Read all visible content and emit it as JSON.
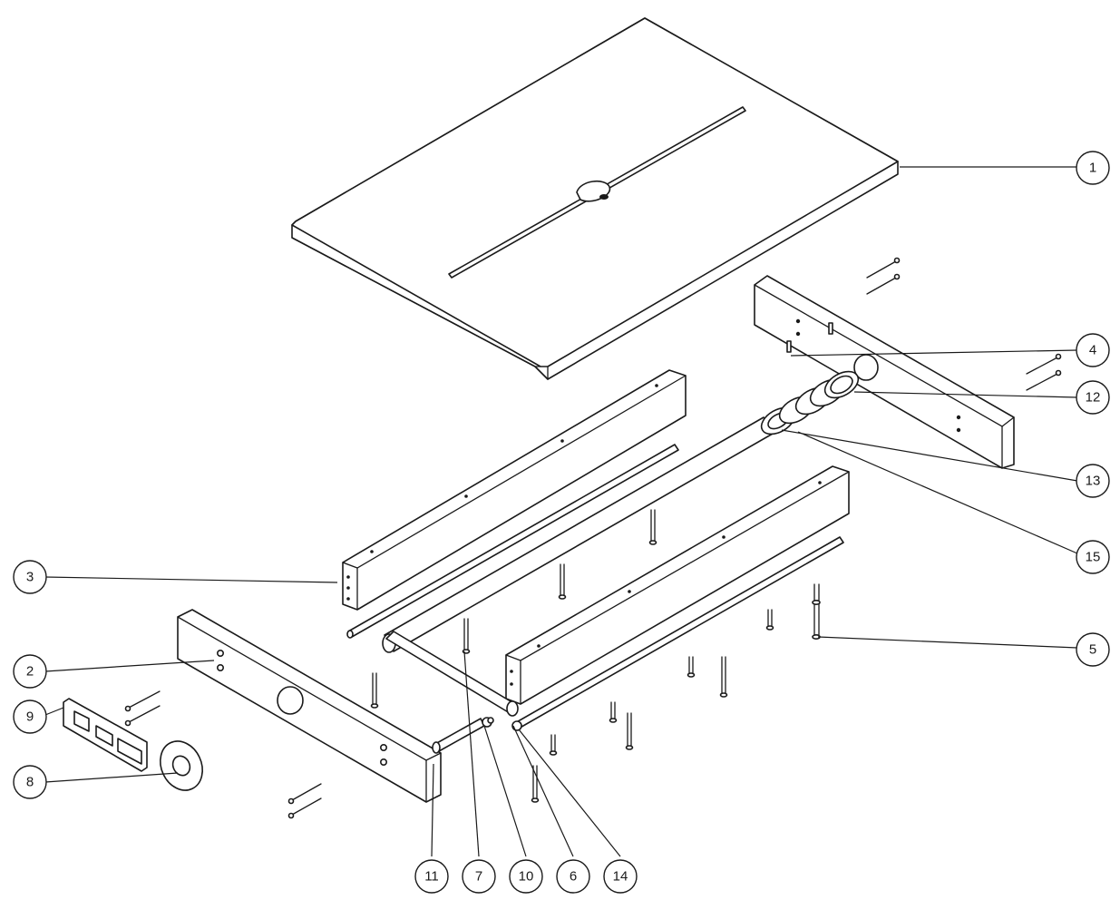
{
  "balloons": [
    {
      "label": "1"
    },
    {
      "label": "4"
    },
    {
      "label": "12"
    },
    {
      "label": "13"
    },
    {
      "label": "15"
    },
    {
      "label": "5"
    },
    {
      "label": "3"
    },
    {
      "label": "2"
    },
    {
      "label": "9"
    },
    {
      "label": "8"
    },
    {
      "label": "11"
    },
    {
      "label": "7"
    },
    {
      "label": "10"
    },
    {
      "label": "6"
    },
    {
      "label": "14"
    }
  ]
}
